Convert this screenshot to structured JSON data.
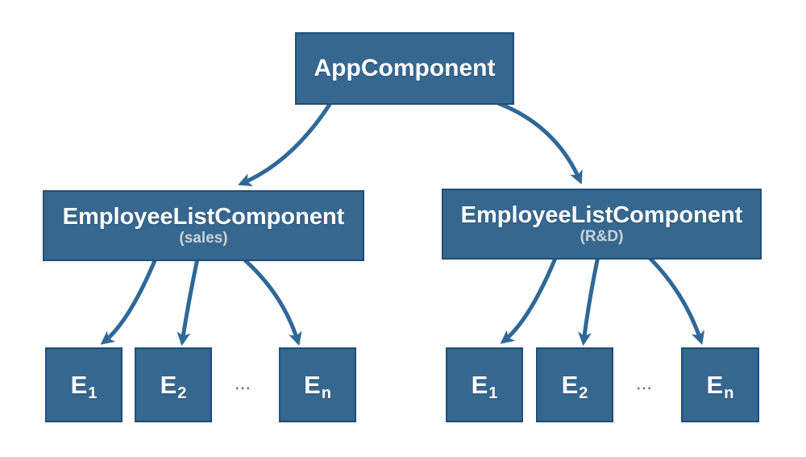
{
  "diagram": {
    "colors": {
      "background": "#FFFFFF",
      "box_fill": "#36678F",
      "box_border": "#1F4E79",
      "arrow": "#2E6897",
      "title_text": "#FFFFFF",
      "subtitle_text": "#C9D3DD",
      "ellipsis": "#49759F"
    },
    "root": {
      "label": "AppComponent"
    },
    "groups": [
      {
        "label": "EmployeeListComponent",
        "sublabel": "(sales)",
        "ellipsis": "...",
        "children": [
          {
            "base": "E",
            "sub": "1"
          },
          {
            "base": "E",
            "sub": "2"
          },
          {
            "base": "E",
            "sub": "n"
          }
        ]
      },
      {
        "label": "EmployeeListComponent",
        "sublabel": "(R&D)",
        "ellipsis": "...",
        "children": [
          {
            "base": "E",
            "sub": "1"
          },
          {
            "base": "E",
            "sub": "2"
          },
          {
            "base": "E",
            "sub": "n"
          }
        ]
      }
    ]
  }
}
